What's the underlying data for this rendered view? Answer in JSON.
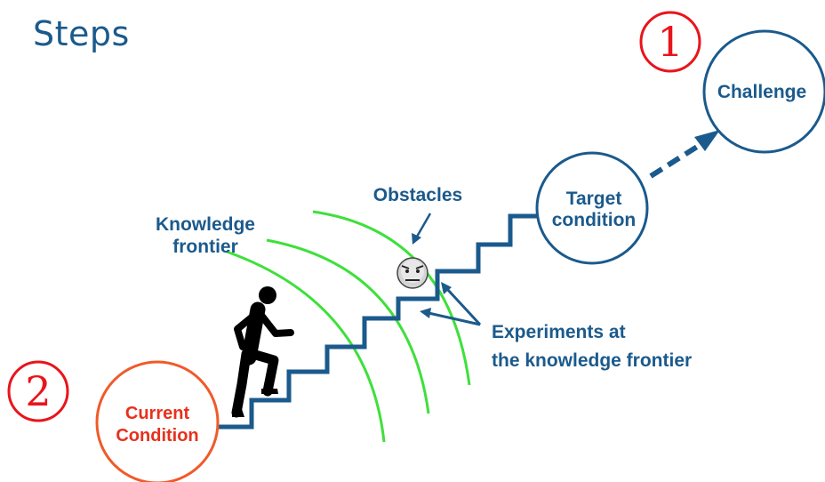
{
  "title": "Steps",
  "markers": {
    "one": "1",
    "two": "2"
  },
  "labels": {
    "challenge": "Challenge",
    "target_line1": "Target",
    "target_line2": "condition",
    "obstacles": "Obstacles",
    "knowledge_line1": "Knowledge",
    "knowledge_line2": "frontier",
    "experiments_line1": "Experiments at",
    "experiments_line2": "the knowledge frontier",
    "current_line1": "Current",
    "current_line2": "Condition"
  },
  "icons": [
    "person-climbing-icon",
    "frowning-face-icon"
  ],
  "colors": {
    "primary": "#1b5a8c",
    "accent_red": "#e8301c",
    "current_circle": "#f05a28",
    "frontier": "#3ee03a",
    "figure": "#000000"
  }
}
